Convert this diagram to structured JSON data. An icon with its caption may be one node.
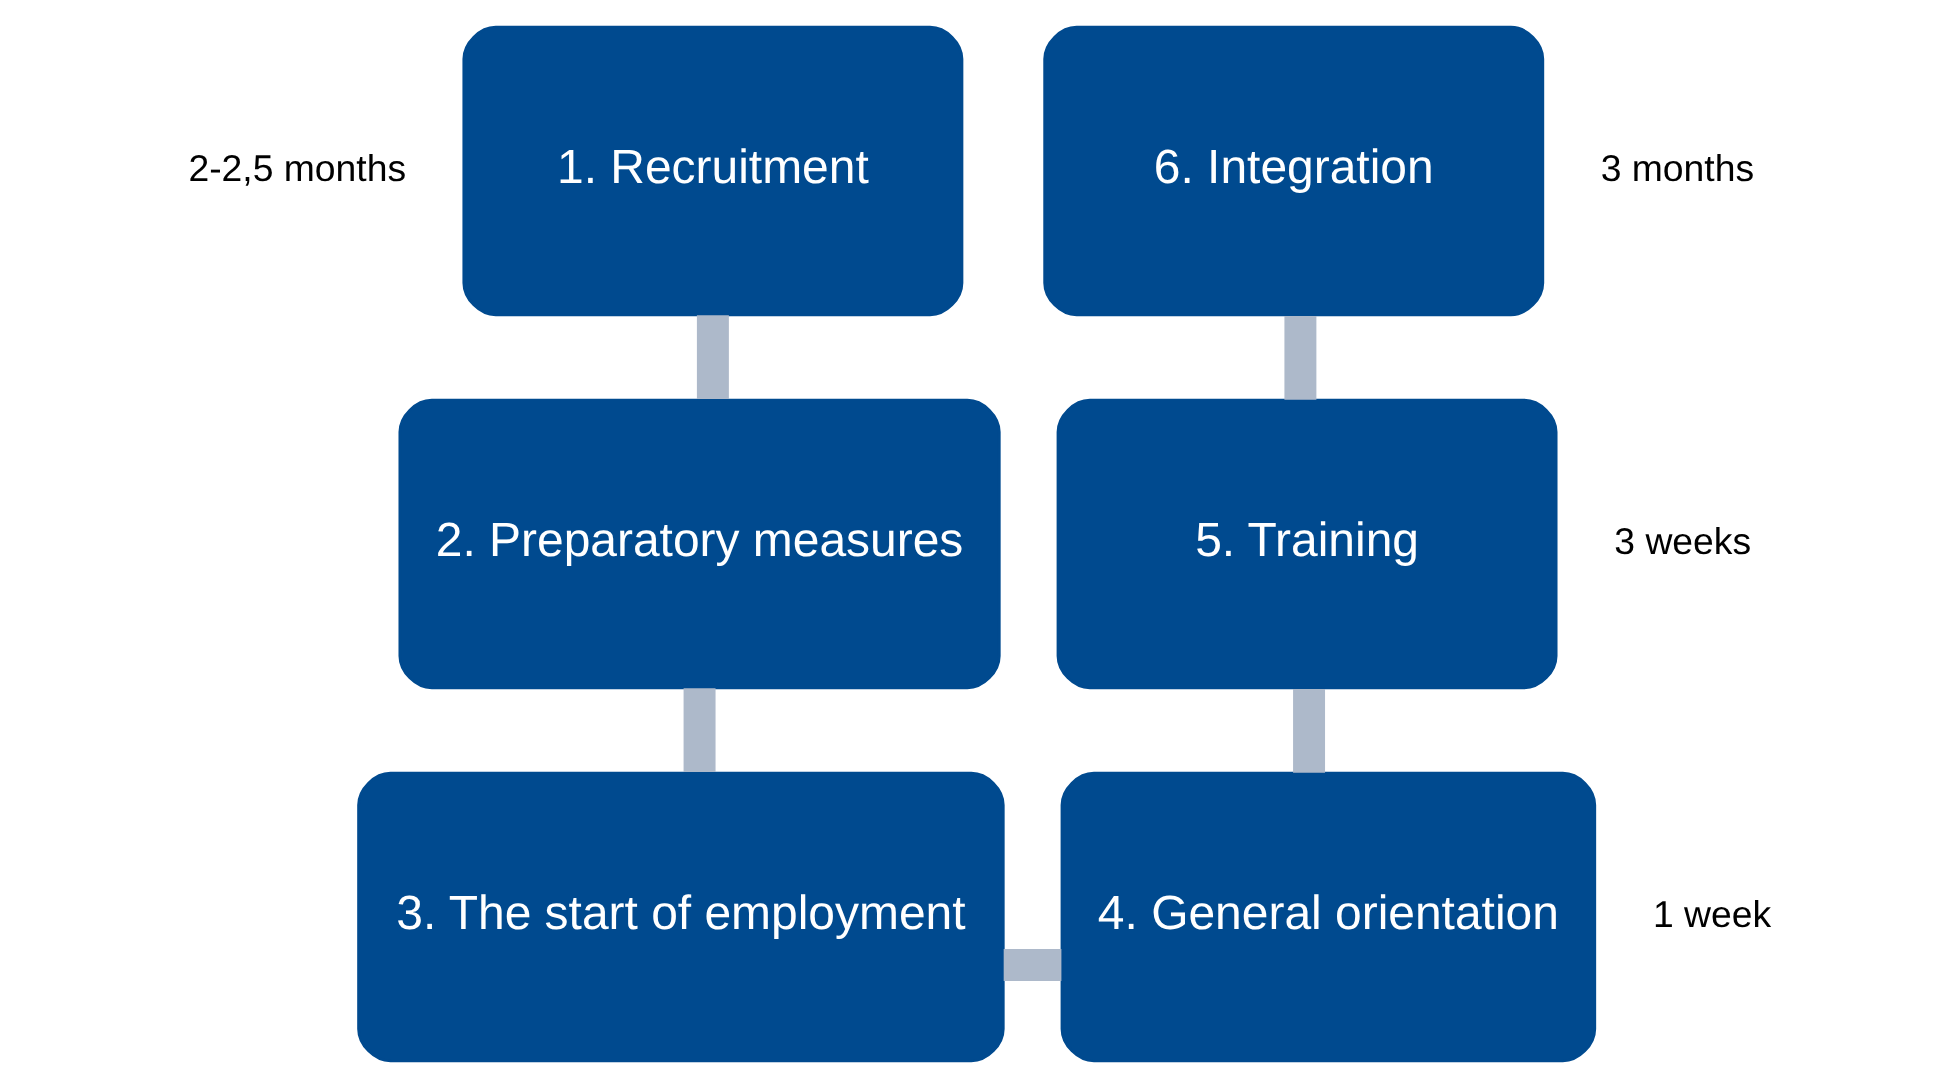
{
  "diagram": {
    "nodes": [
      {
        "text": [
          "1. Recruitment"
        ]
      },
      {
        "text": [
          "2. Preparatory measures"
        ]
      },
      {
        "text": [
          "3. The start of employment"
        ]
      },
      {
        "text": [
          "4. General orientation"
        ],
        "beside": [
          "1 week"
        ]
      },
      {
        "text": [
          "5. Training"
        ],
        "beside": [
          "3 weeks"
        ]
      },
      {
        "text": [
          "6. Integration"
        ],
        "beside": [
          "3 months"
        ]
      }
    ],
    "edges": [
      {
        "from": 0,
        "to": 1,
        "arrow": "none"
      },
      {
        "from": 1,
        "to": 2,
        "arrow": "none"
      },
      {
        "from": 2,
        "to": 3,
        "arrow": "none"
      },
      {
        "from": 3,
        "to": 4,
        "arrow": "none"
      },
      {
        "from": 4,
        "to": 5,
        "arrow": "none"
      }
    ],
    "labels": [
      "2-2,5 months"
    ]
  }
}
